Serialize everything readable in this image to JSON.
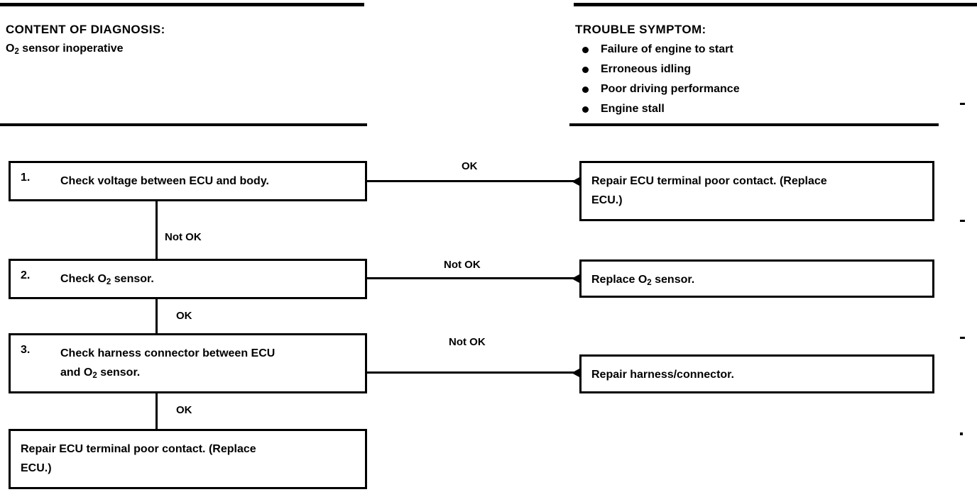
{
  "diagnosis": {
    "heading": "CONTENT OF DIAGNOSIS:",
    "subject_prefix": "O",
    "subject_sub": "2",
    "subject_suffix": " sensor inoperative"
  },
  "symptom": {
    "heading": "TROUBLE SYMPTOM:",
    "items": [
      "Failure of engine to start",
      "Erroneous idling",
      "Poor driving performance",
      "Engine stall"
    ]
  },
  "flow": {
    "steps": [
      {
        "number": "1.",
        "text": "Check voltage between ECU and body.",
        "exit_label": "OK",
        "down_label": "Not OK"
      },
      {
        "number": "2.",
        "text_prefix": "Check O",
        "text_sub": "2",
        "text_suffix": " sensor.",
        "exit_label": "Not OK",
        "down_label": "OK"
      },
      {
        "number": "3.",
        "text_line1": "Check harness connector between ECU",
        "text_line2_prefix": "and O",
        "text_line2_sub": "2",
        "text_line2_suffix": " sensor.",
        "exit_label": "Not OK",
        "down_label": "OK"
      }
    ],
    "results": [
      {
        "line1": "Repair ECU terminal poor contact. (Replace",
        "line2": "ECU.)"
      },
      {
        "prefix": "Replace O",
        "sub": "2",
        "suffix": " sensor."
      },
      {
        "text": "Repair harness/connector."
      }
    ],
    "final": {
      "line1": "Repair ECU terminal poor contact. (Replace",
      "line2": "ECU.)"
    }
  }
}
